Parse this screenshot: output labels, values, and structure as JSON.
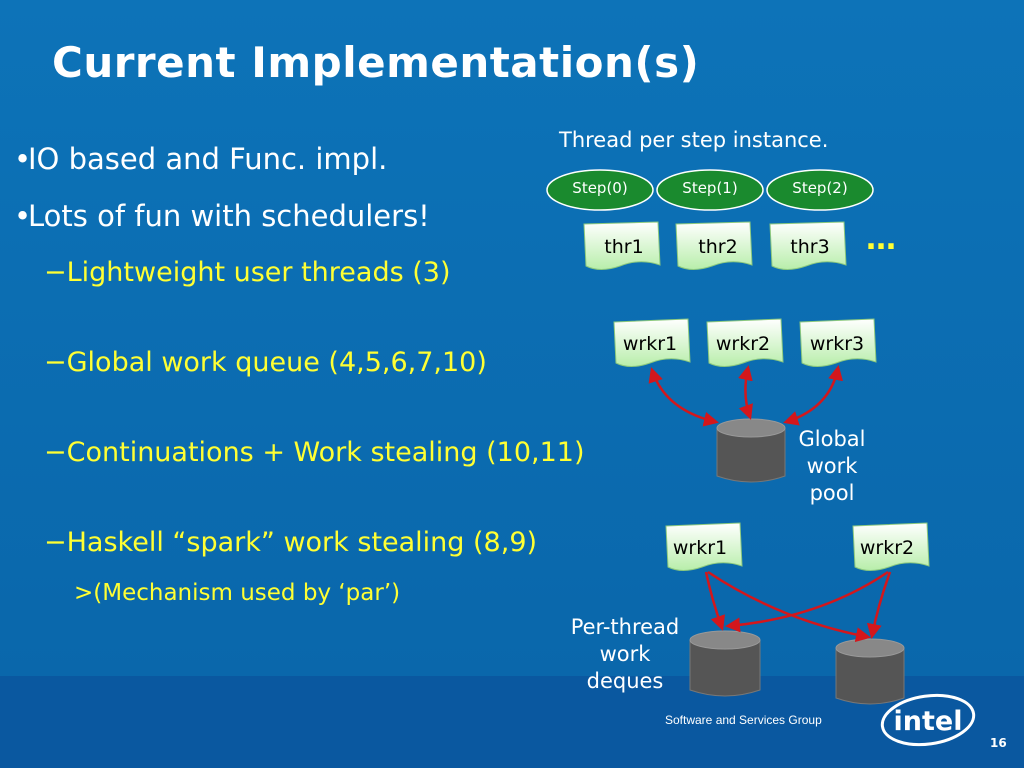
{
  "slide": {
    "title": "Current Implementation(s)",
    "page_number": "16",
    "footer": "Software and Services Group",
    "logo_text": "intel"
  },
  "bullets": [
    {
      "dot": "•",
      "text": "IO based and Func. impl."
    },
    {
      "dot": "•",
      "text": "Lots of fun with schedulers!"
    }
  ],
  "sub_bullets": [
    "−Lightweight user threads (3)",
    "−Global work queue (4,5,6,7,10)",
    "−Continuations + Work stealing (10,11)",
    "−Haskell “spark” work stealing (8,9)"
  ],
  "sub_sub_bullets": [
    ">(Mechanism used by ‘par’)"
  ],
  "diagram": {
    "thread_caption": "Thread per step instance.",
    "steps": [
      "Step(0)",
      "Step(1)",
      "Step(2)"
    ],
    "threads": [
      "thr1",
      "thr2",
      "thr3"
    ],
    "ellipsis": "…",
    "workers_global": [
      "wrkr1",
      "wrkr2",
      "wrkr3"
    ],
    "global_pool_label": [
      "Global",
      "work",
      "pool"
    ],
    "workers_deque": [
      "wrkr1",
      "wrkr2"
    ],
    "deque_label": [
      "Per-thread",
      "work",
      "deques"
    ],
    "colors": {
      "step_fill": "#1a8a2e",
      "doc_fill": "#cdf5c4",
      "arrow": "#d3171c",
      "cylinder": "#555555"
    }
  }
}
